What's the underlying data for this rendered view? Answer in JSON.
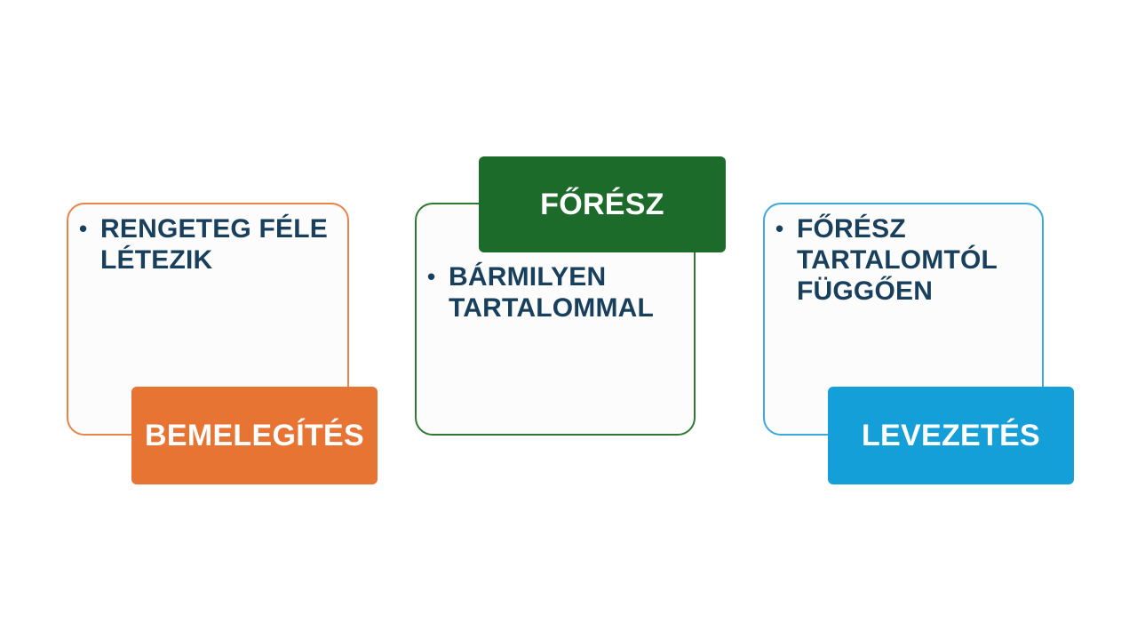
{
  "colors": {
    "warmup": "#e87433",
    "main": "#1d6b2a",
    "cooldown": "#149fd8",
    "bullet_text": "#183f5c"
  },
  "sections": {
    "warmup": {
      "label": "BEMELEGÍTÉS",
      "bullet": "RENGETEG FÉLE LÉTEZIK"
    },
    "main": {
      "label": "FŐRÉSZ",
      "bullet": "BÁRMILYEN TARTALOMMAL"
    },
    "cooldown": {
      "label": "LEVEZETÉS",
      "bullet": "FŐRÉSZ TARTALOMTÓL FÜGGŐEN"
    }
  }
}
